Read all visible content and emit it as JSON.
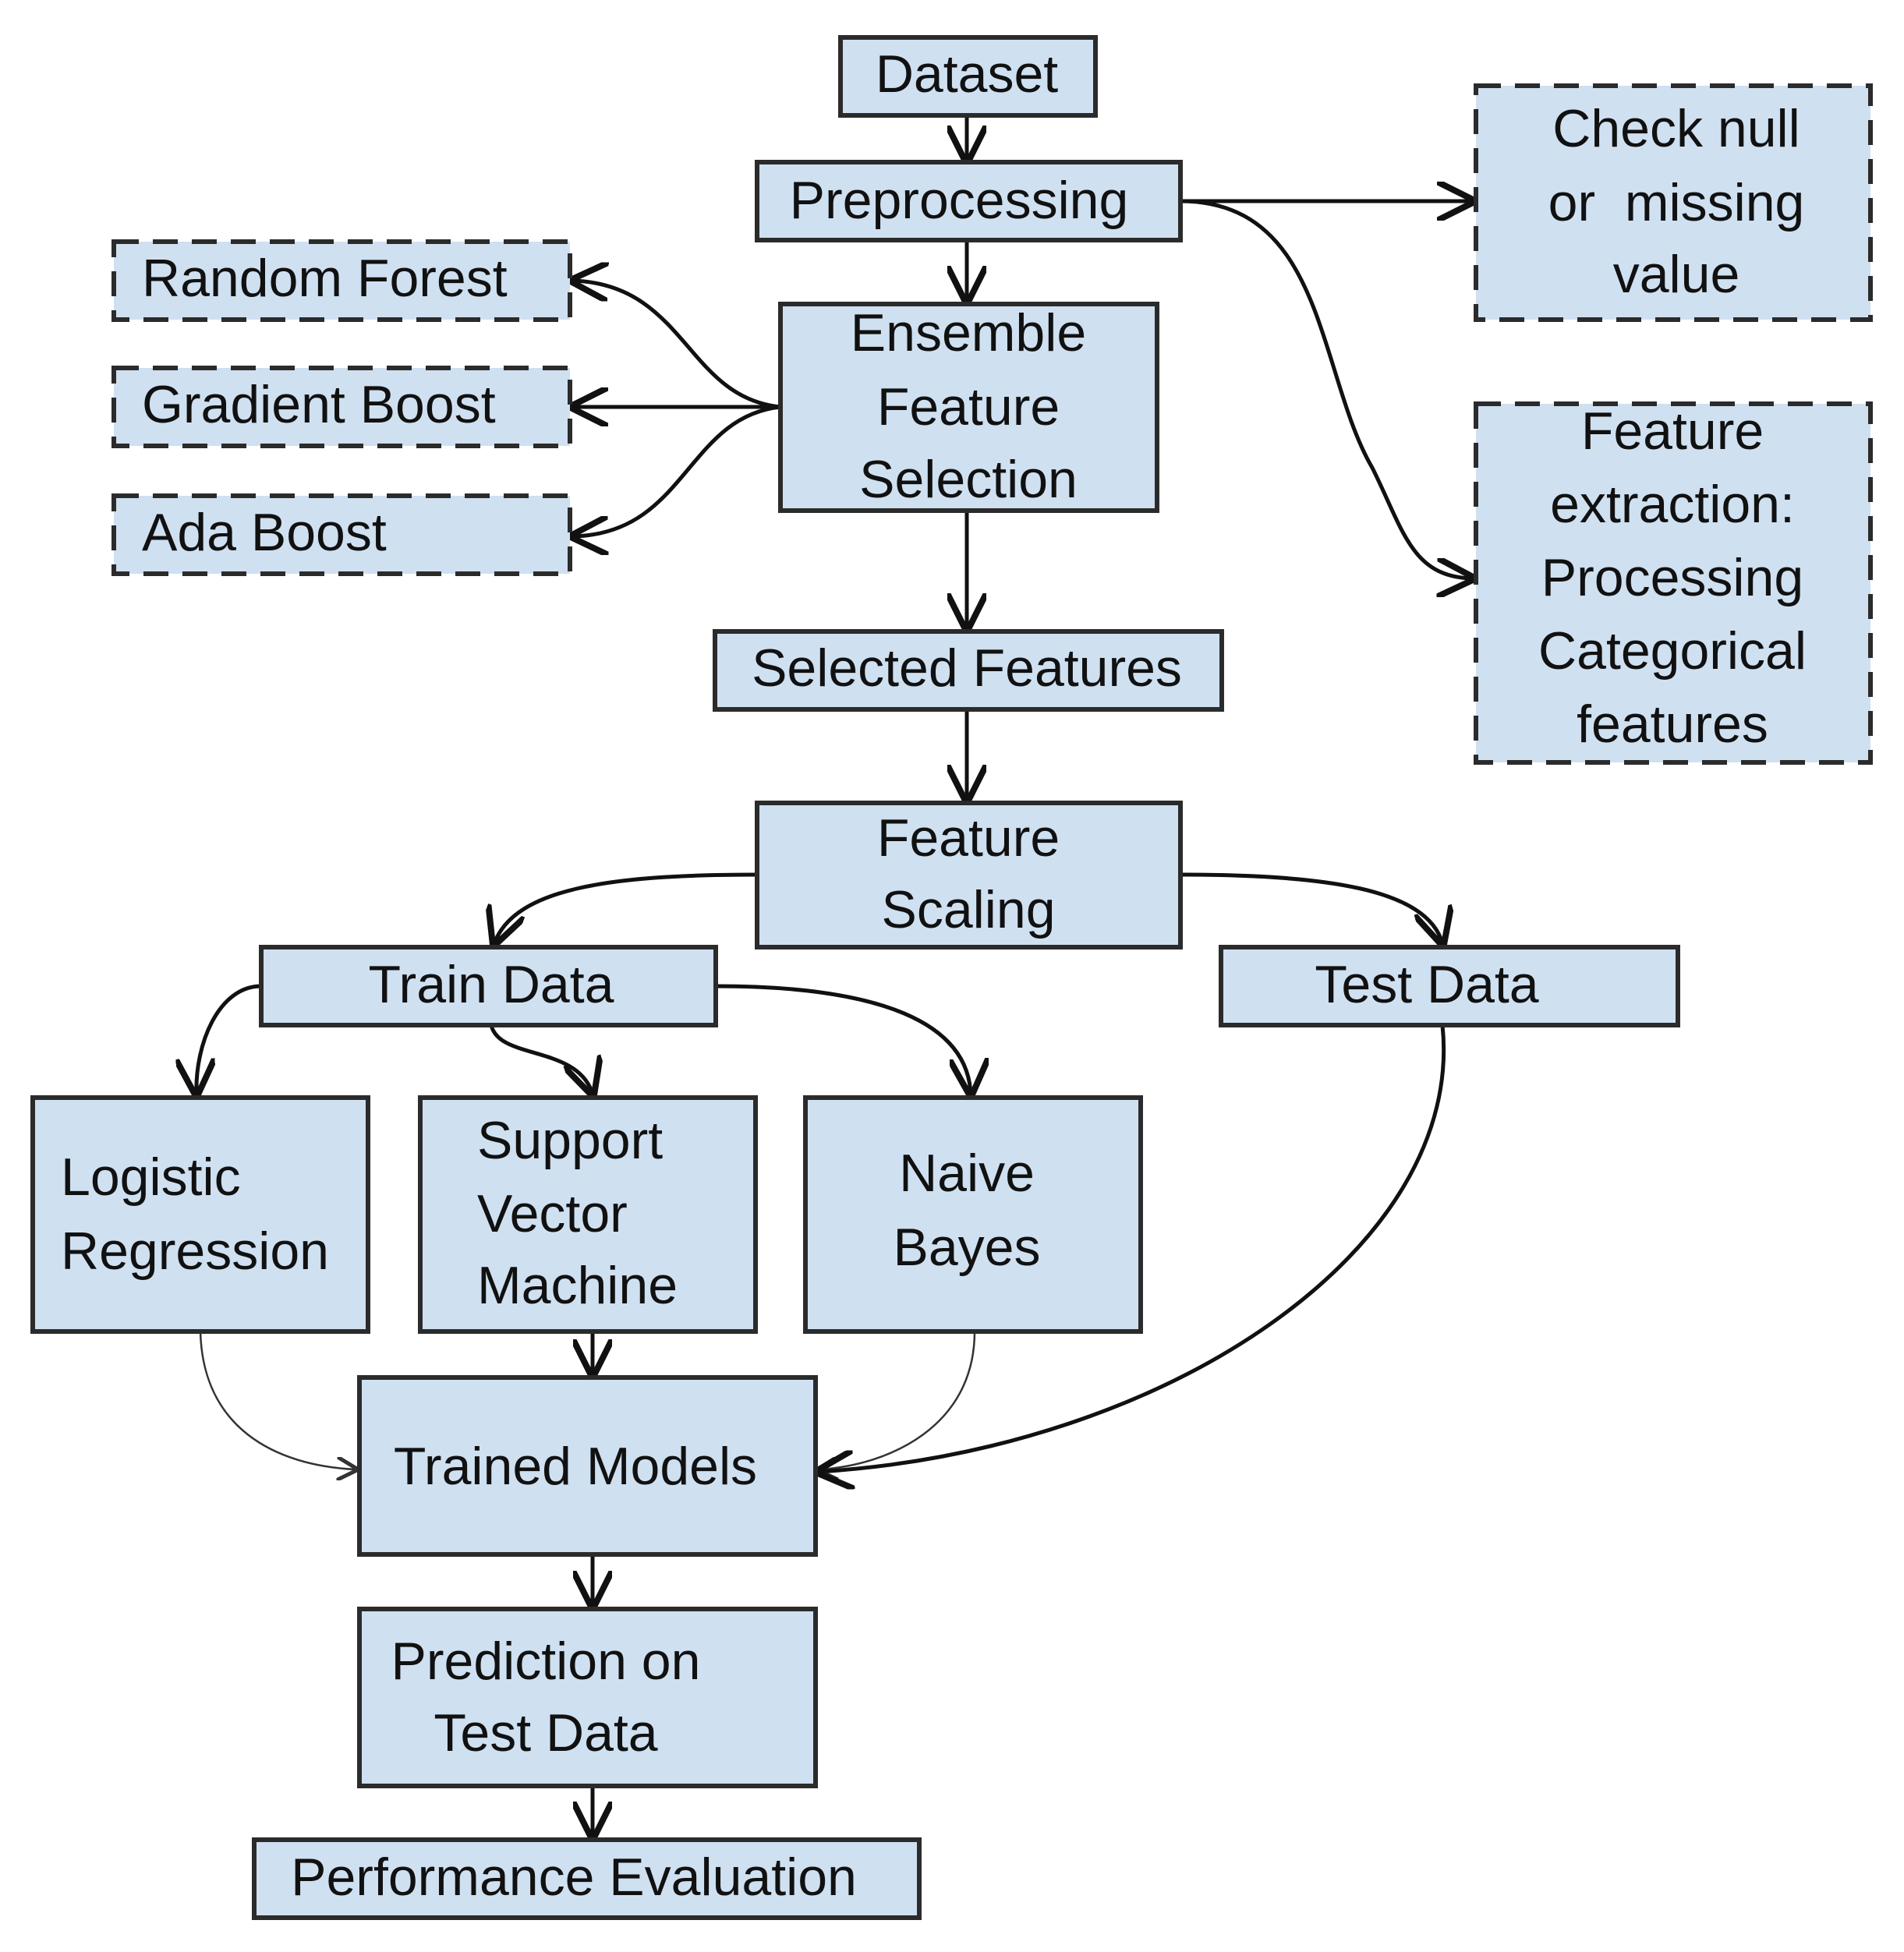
{
  "nodes": [
    {
      "id": "dataset",
      "lines": [
        "Dataset"
      ],
      "style": "solid"
    },
    {
      "id": "preprocessing",
      "lines": [
        "Preprocessing"
      ],
      "style": "solid"
    },
    {
      "id": "check-null",
      "lines": [
        "Check null",
        "or  missing",
        "value"
      ],
      "style": "dashed"
    },
    {
      "id": "feature-extraction",
      "lines": [
        "Feature",
        "extraction:",
        "Processing",
        "Categorical",
        "features"
      ],
      "style": "dashed"
    },
    {
      "id": "random-forest",
      "lines": [
        "Random Forest"
      ],
      "style": "dashed"
    },
    {
      "id": "gradient-boost",
      "lines": [
        "Gradient Boost"
      ],
      "style": "dashed"
    },
    {
      "id": "ada-boost",
      "lines": [
        "Ada Boost"
      ],
      "style": "dashed"
    },
    {
      "id": "ensemble-feature-selection",
      "lines": [
        "Ensemble",
        "Feature",
        "Selection"
      ],
      "style": "solid"
    },
    {
      "id": "selected-features",
      "lines": [
        "Selected Features"
      ],
      "style": "solid"
    },
    {
      "id": "feature-scaling",
      "lines": [
        "Feature",
        "Scaling"
      ],
      "style": "solid"
    },
    {
      "id": "train-data",
      "lines": [
        "Train Data"
      ],
      "style": "solid"
    },
    {
      "id": "test-data",
      "lines": [
        "Test Data"
      ],
      "style": "solid"
    },
    {
      "id": "logistic-regression",
      "lines": [
        "Logistic",
        "Regression"
      ],
      "style": "solid"
    },
    {
      "id": "support-vector-machine",
      "lines": [
        "Support",
        "Vector",
        "Machine"
      ],
      "style": "solid"
    },
    {
      "id": "naive-bayes",
      "lines": [
        "Naive",
        "Bayes"
      ],
      "style": "solid"
    },
    {
      "id": "trained-models",
      "lines": [
        "Trained Models"
      ],
      "style": "solid"
    },
    {
      "id": "prediction-on-test-data",
      "lines": [
        "Prediction on",
        "Test Data"
      ],
      "style": "solid"
    },
    {
      "id": "performance-evaluation",
      "lines": [
        "Performance Evaluation"
      ],
      "style": "solid"
    }
  ],
  "edges": [
    {
      "from": "dataset",
      "to": "preprocessing"
    },
    {
      "from": "preprocessing",
      "to": "check-null"
    },
    {
      "from": "preprocessing",
      "to": "feature-extraction"
    },
    {
      "from": "preprocessing",
      "to": "ensemble-feature-selection"
    },
    {
      "from": "ensemble-feature-selection",
      "to": "random-forest"
    },
    {
      "from": "ensemble-feature-selection",
      "to": "gradient-boost"
    },
    {
      "from": "ensemble-feature-selection",
      "to": "ada-boost"
    },
    {
      "from": "ensemble-feature-selection",
      "to": "selected-features"
    },
    {
      "from": "selected-features",
      "to": "feature-scaling"
    },
    {
      "from": "feature-scaling",
      "to": "train-data"
    },
    {
      "from": "feature-scaling",
      "to": "test-data"
    },
    {
      "from": "train-data",
      "to": "logistic-regression"
    },
    {
      "from": "train-data",
      "to": "support-vector-machine"
    },
    {
      "from": "train-data",
      "to": "naive-bayes"
    },
    {
      "from": "logistic-regression",
      "to": "trained-models"
    },
    {
      "from": "support-vector-machine",
      "to": "trained-models"
    },
    {
      "from": "naive-bayes",
      "to": "trained-models"
    },
    {
      "from": "test-data",
      "to": "trained-models"
    },
    {
      "from": "trained-models",
      "to": "prediction-on-test-data"
    },
    {
      "from": "prediction-on-test-data",
      "to": "performance-evaluation"
    }
  ]
}
